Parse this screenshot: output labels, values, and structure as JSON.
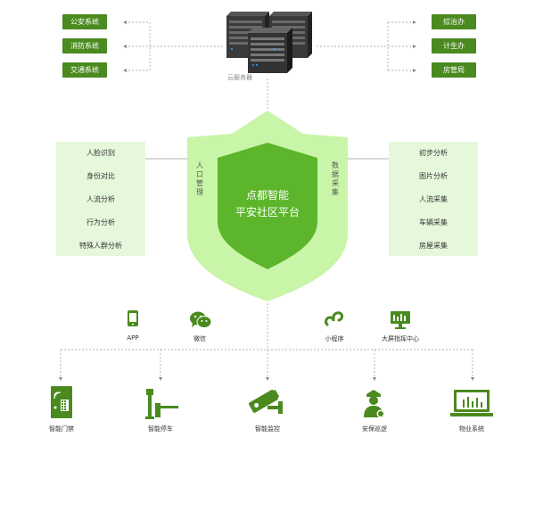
{
  "cloud_server_label": "云服务器",
  "left_systems": [
    "公安系统",
    "消防系统",
    "交通系统"
  ],
  "right_offices": [
    "综治办",
    "计生办",
    "房管局"
  ],
  "center": {
    "line1": "点都智能",
    "line2": "平安社区平台"
  },
  "left_tag": "人口管理",
  "right_tag": "数据采集",
  "left_panel": [
    "人脸识别",
    "身份对比",
    "人流分析",
    "行为分析",
    "特殊人群分析"
  ],
  "right_panel": [
    "初步分析",
    "图片分析",
    "人流采集",
    "车辆采集",
    "房屋采集"
  ],
  "channels": [
    "APP",
    "微信",
    "小程序",
    "大屏指挥中心"
  ],
  "applications": [
    "智能门禁",
    "智能停车",
    "智能监控",
    "安保巡逻",
    "物业系统"
  ],
  "colors": {
    "accent": "#4a8a1f",
    "shield_outer": "#c8f5a8",
    "shield_inner": "#5cb52a",
    "panel_bg": "#e6f8dc"
  }
}
